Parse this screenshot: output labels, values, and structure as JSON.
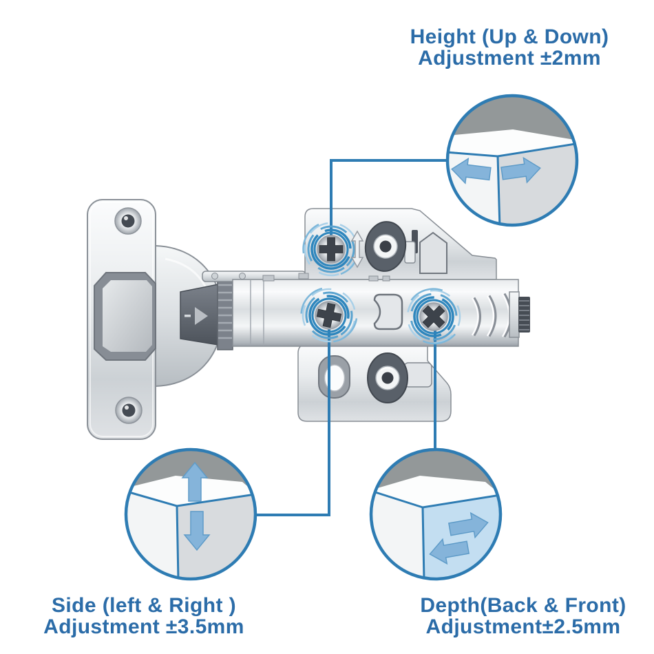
{
  "colors": {
    "accent": "#2e7cb3",
    "label_text": "#2b6ca8",
    "swirl_blue": "#2e86bd",
    "arrow_fill": "#85b4da",
    "arrow_stroke": "#5e9bc8",
    "inset_backdrop": "#939899",
    "inset_face_tint": "#c3def1"
  },
  "labels": {
    "height": {
      "line1": "Height (Up & Down)",
      "line2": "Adjustment ±2mm"
    },
    "side": {
      "line1": "Side (left & Right )",
      "line2": "Adjustment ±3.5mm"
    },
    "depth": {
      "line1": "Depth(Back & Front)",
      "line2": "Adjustment±2.5mm"
    }
  }
}
